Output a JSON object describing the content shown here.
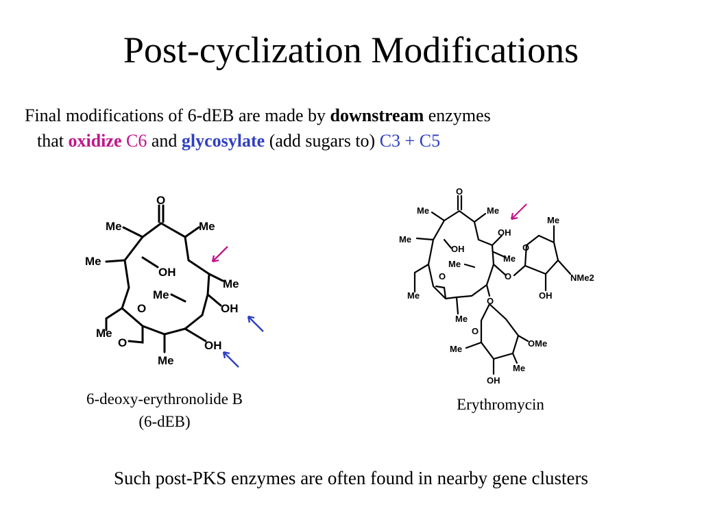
{
  "title": "Post-cyclization Modifications",
  "intro": {
    "line1_a": "Final modifications of 6-dEB are made by ",
    "line1_bold": "downstream",
    "line1_b": " enzymes",
    "line2_a": "that ",
    "line2_oxidize": "oxidize",
    "line2_c6": " C6",
    "line2_and": " and ",
    "line2_glycosylate": "glycosylate",
    "line2_b": " (add sugars to) ",
    "line2_c3c5": "C3 + C5"
  },
  "structure_left": {
    "labels": {
      "o_top": "O",
      "me1": "Me",
      "me2": "Me",
      "me3": "Me",
      "oh1": "OH",
      "me4": "Me",
      "me5": "Me",
      "oh2": "OH",
      "o_ring": "O",
      "me6": "Me",
      "o_carbonyl": "O",
      "oh3": "OH",
      "me7": "Me"
    },
    "caption_line1": "6-deoxy-erythronolide B",
    "caption_line2": "(6-dEB)"
  },
  "structure_right": {
    "labels": {
      "o_top": "O",
      "me1": "Me",
      "me2": "Me",
      "oh1": "OH",
      "me3": "Me",
      "oh2": "OH",
      "me4": "Me",
      "me5": "Me",
      "o_ring": "O",
      "me6": "Me",
      "o_link1": "O",
      "me7": "Me",
      "o_sugar1": "O",
      "nme2": "NMe2",
      "oh3": "OH",
      "o_link2": "O",
      "o_sugar2": "O",
      "ome": "OMe",
      "me8": "Me",
      "me9": "Me",
      "oh4": "OH"
    },
    "caption": "Erythromycin"
  },
  "arrow_colors": {
    "oxidize": "#c0168a",
    "glycosylate": "#2f3fc0"
  },
  "footer": "Such post-PKS enzymes are often found in nearby gene clusters"
}
